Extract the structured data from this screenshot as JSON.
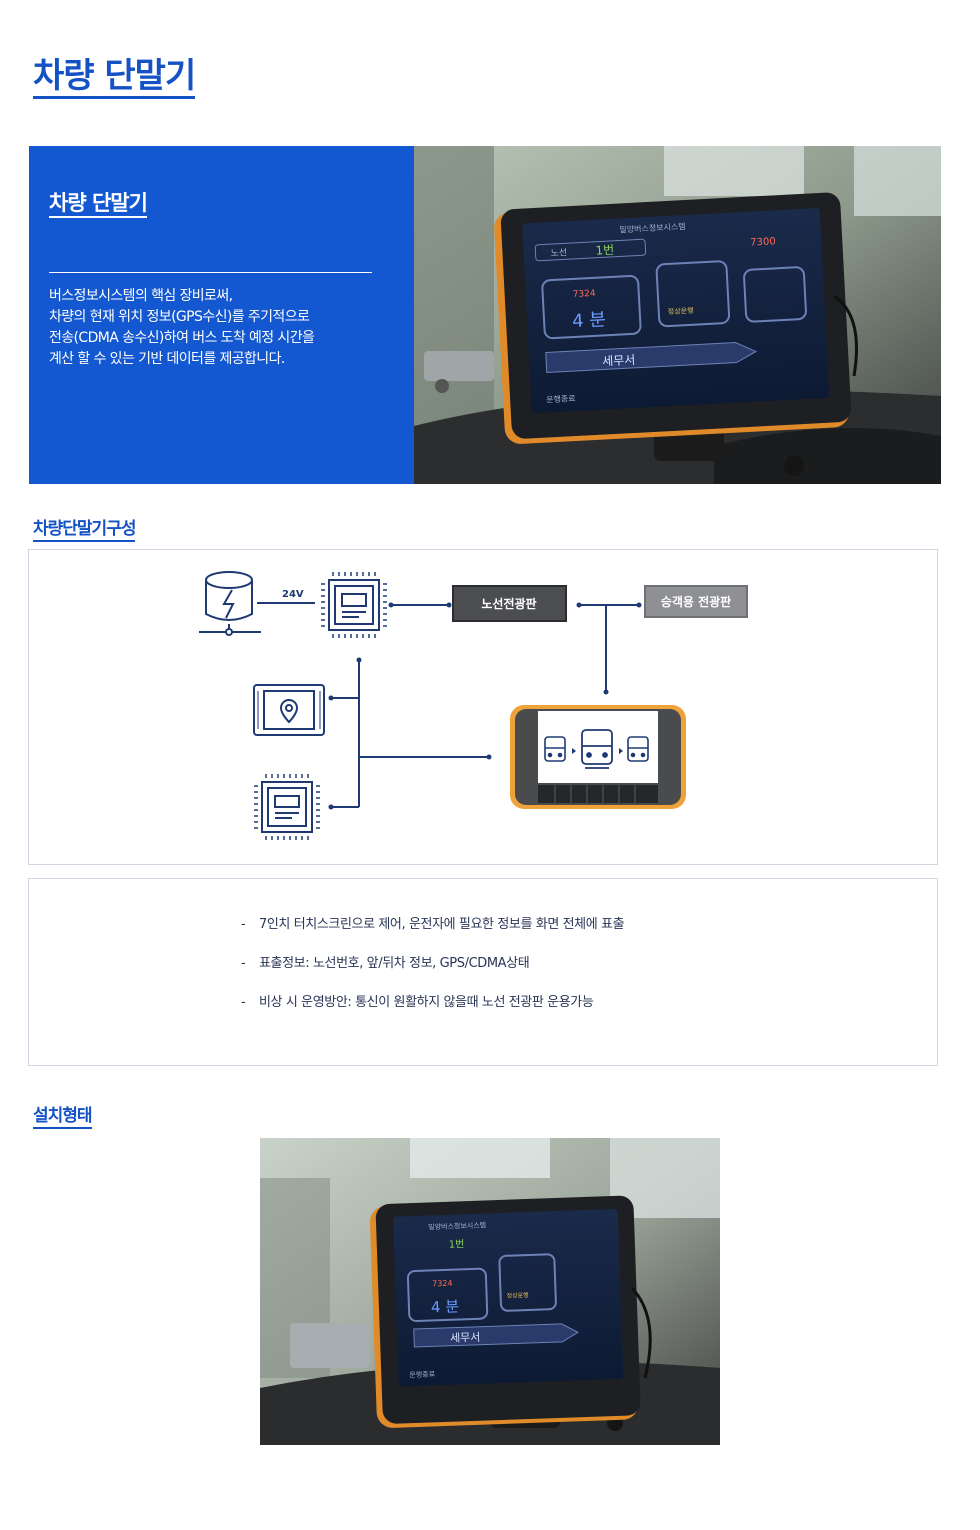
{
  "page": {
    "title": "차량 단말기"
  },
  "hero": {
    "heading": "차량 단말기",
    "description_lines": [
      "버스정보시스템의 핵심 장비로써,",
      "차량의 현재 위치 정보(GPS수신)를 주기적으로",
      "전송(CDMA 송수신)하여 버스 도착 예정 시간을",
      "계산 할 수 있는 기반 데이터를 제공합니다."
    ],
    "screen": {
      "header": "밀양버스정보시스템",
      "route_label": "노선",
      "route_value": "1번",
      "bus_number": "7324",
      "next_bus_number": "7300",
      "minutes": "4 분",
      "status": "정상운행",
      "stop_name": "세무서",
      "end_button": "운행종료"
    }
  },
  "composition": {
    "title": "차량단말기구성",
    "voltage_label": "24V",
    "route_board_label": "노선전광판",
    "passenger_board_label": "승객용 전광판"
  },
  "info": {
    "items": [
      "7인치 터치스크린으로 제어, 운전자에 필요한 정보를 화면 전체에 표출",
      "표출정보: 노선번호, 앞/뒤차 정보, GPS/CDMA상태",
      "비상 시 운영방안: 통신이 원활하지 않을때 노선 전광판 운용가능"
    ],
    "bullet": "-"
  },
  "install": {
    "title": "설치형태"
  },
  "colors": {
    "brand_blue": "#1552c6",
    "panel_blue": "#1358d0",
    "line_navy": "#1f3a73",
    "terminal_orange": "#f0a23a"
  }
}
